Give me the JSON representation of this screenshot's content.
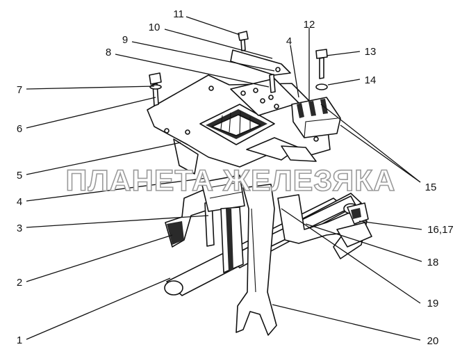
{
  "watermark": "ПЛАНЕТА ЖЕЛЕЗЯКА",
  "callouts": [
    "1",
    "2",
    "3",
    "4",
    "4",
    "5",
    "6",
    "7",
    "8",
    "9",
    "10",
    "11",
    "12",
    "13",
    "14",
    "15",
    "16,17",
    "18",
    "19",
    "20"
  ]
}
